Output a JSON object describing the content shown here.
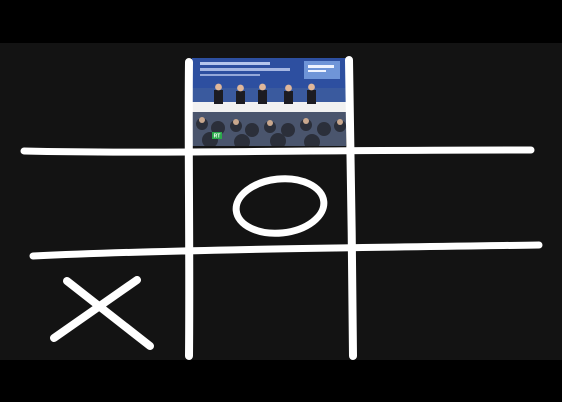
{
  "scene": {
    "description_free": true,
    "board": {
      "cells": [
        [
          "",
          "video",
          ""
        ],
        [
          "",
          "O",
          ""
        ],
        [
          "X",
          "",
          ""
        ]
      ]
    },
    "colors": {
      "background": "#131313",
      "letterbox": "#000000",
      "chalk": "#ffffff",
      "video_banner": "#1f4fa8"
    },
    "video": {
      "channel_logo": "RT"
    }
  }
}
